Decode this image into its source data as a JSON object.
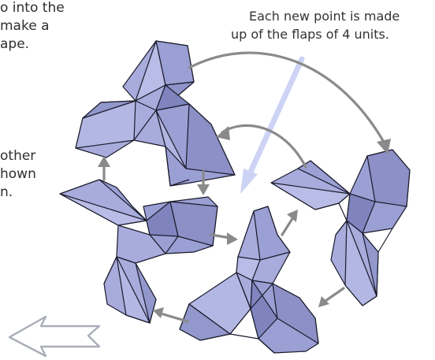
{
  "left_text": {
    "line1": "o into the",
    "line2": "make a",
    "line3": "ape.",
    "line4": "other",
    "line5": "hown",
    "line6": "n."
  },
  "caption": {
    "line1": "Each new point is made",
    "line2": "up of the flaps of 4 units."
  },
  "colors": {
    "unit_fill": "#a8acdc",
    "unit_dark": "#7f84be",
    "unit_light": "#c3c6ea",
    "line": "#1a1a2a",
    "arrow": "#8a8a8a",
    "pointer": "#c9cff2",
    "outline_arrow": "#a9aeb8"
  }
}
